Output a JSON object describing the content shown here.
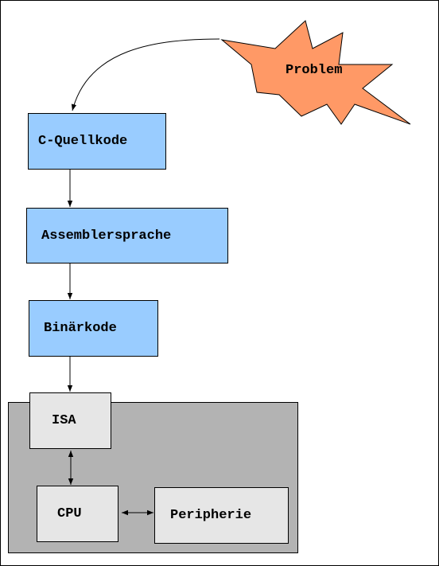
{
  "diagram": {
    "problem": {
      "label": "Problem",
      "fill": "#ff9966"
    },
    "steps": [
      {
        "label": "C-Quellkode"
      },
      {
        "label": "Assemblersprache"
      },
      {
        "label": "Binärkode"
      }
    ],
    "hardware": {
      "isa": {
        "label": "ISA"
      },
      "cpu": {
        "label": "CPU"
      },
      "peripherie": {
        "label": "Peripherie"
      }
    },
    "colors": {
      "step_fill": "#99ccff",
      "hardware_container": "#b3b3b3",
      "hardware_box": "#e6e6e6"
    }
  }
}
